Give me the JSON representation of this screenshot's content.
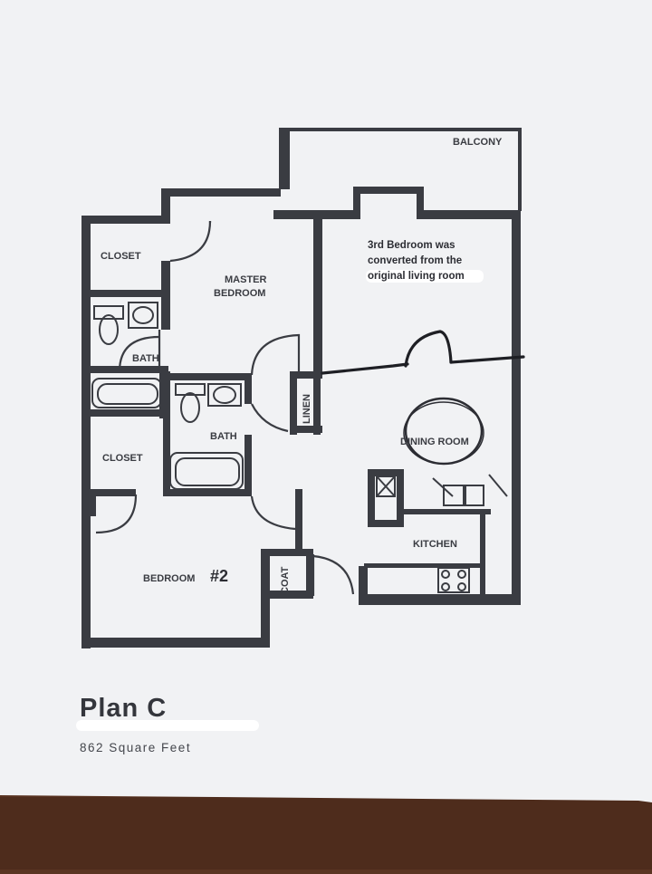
{
  "labels": {
    "balcony": "BALCONY",
    "closet_top": "CLOSET",
    "master_line1": "MASTER",
    "master_line2": "BEDROOM",
    "bath_master": "BATH",
    "linen": "LINEN",
    "bath_hall": "BATH",
    "closet_bottom": "CLOSET",
    "dining": "DINING ROOM",
    "kitchen": "KITCHEN",
    "bedroom2_word": "BEDROOM",
    "bedroom2_number": "#2",
    "coat": "COAT"
  },
  "annotation": {
    "line1": "3rd Bedroom was",
    "line2": "converted from the",
    "line3": "original living room"
  },
  "caption": {
    "title": "Plan C",
    "area": "862 Square Feet"
  },
  "colors": {
    "wall": "#3a3c42",
    "paper": "#f1f2f4",
    "table": "#5a3422"
  }
}
